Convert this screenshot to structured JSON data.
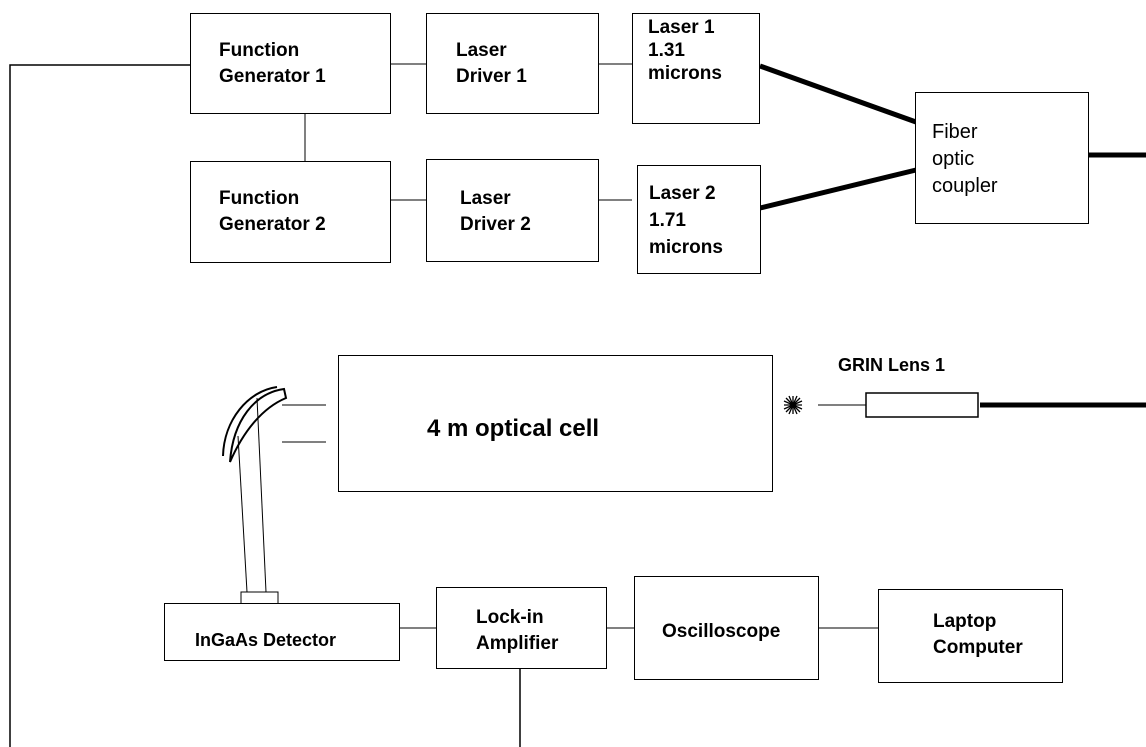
{
  "blocks": {
    "fg1": "Function\nGenerator 1",
    "fg2": "Function\nGenerator 2",
    "ld1": "Laser\nDriver 1",
    "ld2": "Laser\nDriver 2",
    "laser1": "Laser 1\n1.31\nmicrons",
    "laser2": "Laser 2\n1.71\nmicrons",
    "coupler": "Fiber\noptic\ncoupler",
    "cell": "4 m optical cell",
    "grin": "GRIN Lens 1",
    "detector": "InGaAs Detector",
    "lockin": "Lock-in\nAmplifier",
    "scope": "Oscilloscope",
    "laptop": "Laptop\nComputer"
  }
}
